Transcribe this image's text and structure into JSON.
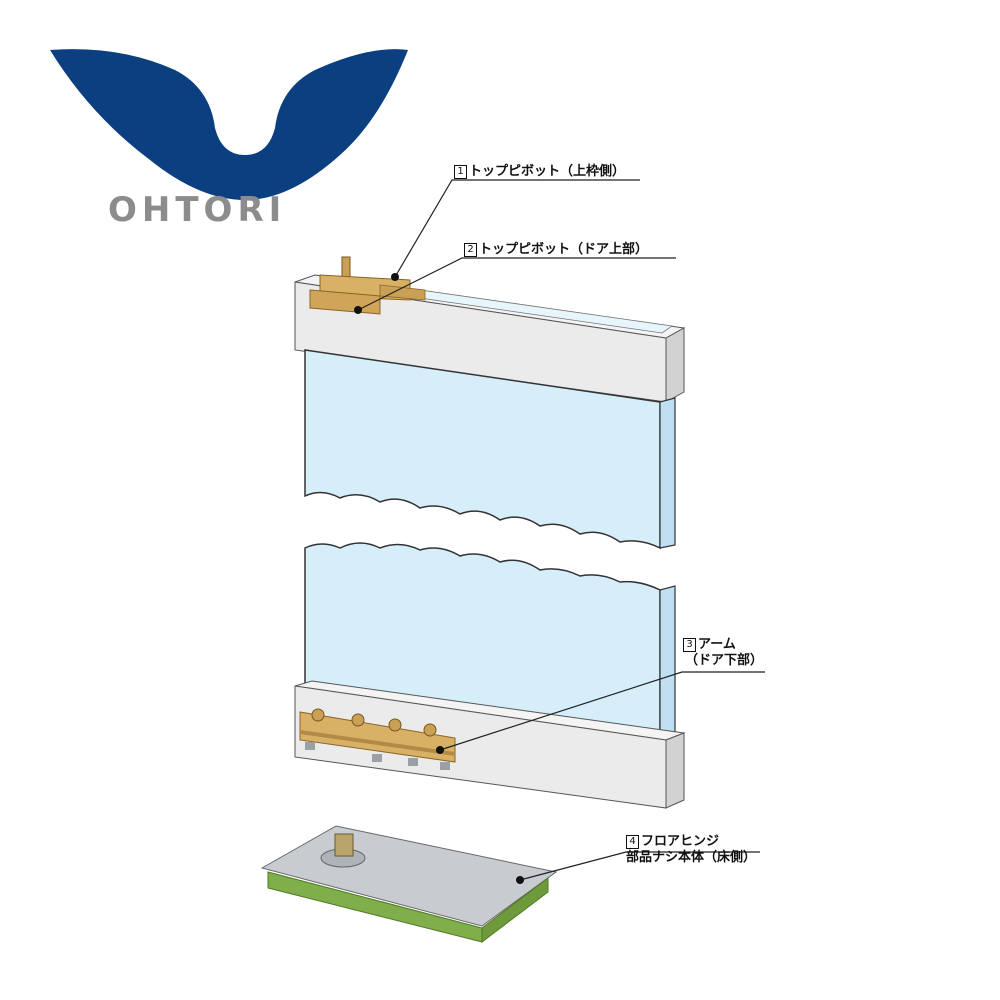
{
  "brand": {
    "name": "OHTORI",
    "logo_color": "#0b3f7f",
    "text_color": "#8a8c8e"
  },
  "callouts": [
    {
      "num": "1",
      "text": "トップピボット（上枠側）"
    },
    {
      "num": "2",
      "text": "トップピボット（ドア上部）"
    },
    {
      "num": "3",
      "text": "アーム",
      "text2": "（ドア下部）"
    },
    {
      "num": "4",
      "text": "フロアヒンジ",
      "text2": "部品ナシ本体（床側）"
    }
  ],
  "colors": {
    "glass": "#d6eefa",
    "frame": "#ebebeb",
    "brass": "#d8b066",
    "hinge_body": "#7fae4a",
    "hinge_plate": "#c8ccd0"
  }
}
